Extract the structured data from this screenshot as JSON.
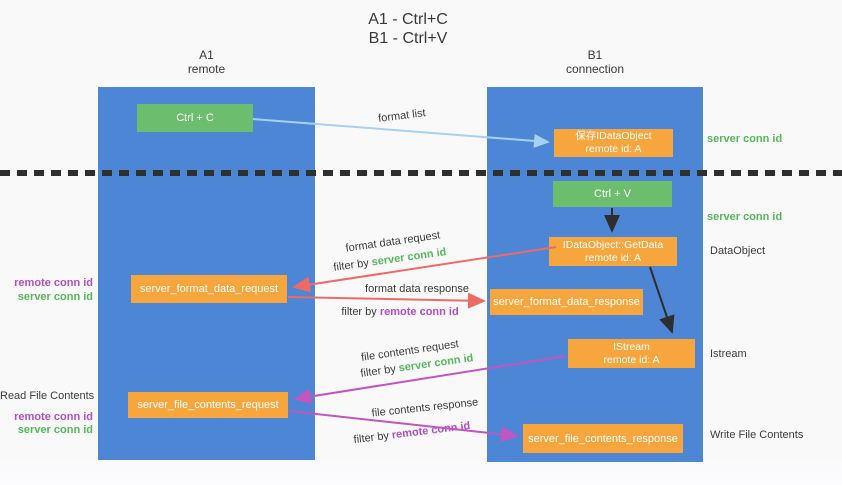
{
  "title": {
    "line1": "A1 - Ctrl+C",
    "line2": "B1 - Ctrl+V"
  },
  "lanes": [
    {
      "name": "A1",
      "subtitle": "remote"
    },
    {
      "name": "B1",
      "subtitle": "connection"
    }
  ],
  "nodes": {
    "ctrl_c": {
      "label": "Ctrl + C"
    },
    "ctrl_v": {
      "label": "Ctrl + V"
    },
    "save_idataobject": {
      "line1": "保存IDataObject",
      "line2": "remote id: A"
    },
    "getdata": {
      "line1": "IDataObject::GetData",
      "line2": "remote id: A"
    },
    "istream": {
      "line1": "IStream",
      "line2": "remote id: A"
    },
    "server_format_data_request": {
      "label": "server_format_data_request"
    },
    "server_format_data_response": {
      "label": "server_format_data_response"
    },
    "server_file_contents_request": {
      "label": "server_file_contents_request"
    },
    "server_file_contents_response": {
      "label": "server_file_contents_response"
    }
  },
  "flow_labels": {
    "format_list": "format list",
    "format_data_request": "format data request",
    "format_data_response": "format data response",
    "file_contents_request": "file contents request",
    "file_contents_response": "file contents response",
    "filter_by": "filter by",
    "server_conn_id": "server conn id",
    "remote_conn_id": "remote conn id"
  },
  "left_annotations": [
    {
      "text": "remote conn id",
      "kind": "remote"
    },
    {
      "text": "server conn id",
      "kind": "server"
    },
    {
      "text": "Read File Contents",
      "kind": "plain"
    },
    {
      "text": "remote conn id",
      "kind": "remote"
    },
    {
      "text": "server conn id",
      "kind": "server"
    }
  ],
  "right_annotations": [
    {
      "text": "server conn id",
      "kind": "server"
    },
    {
      "text": "server conn id",
      "kind": "server"
    },
    {
      "text": "DataObject",
      "kind": "plain"
    },
    {
      "text": "Istream",
      "kind": "plain"
    },
    {
      "text": "Write File Contents",
      "kind": "plain"
    }
  ],
  "colors": {
    "lane_blue": "#4d86d5",
    "node_orange": "#f7a63d",
    "node_green": "#6cbd6e",
    "green_text": "#56b85a",
    "purple_text": "#b04fc6",
    "red_arrow": "#ee6a64",
    "magenta_arrow": "#c056c0",
    "light_blue_arrow": "#a6d1f2",
    "black_arrow": "#2e2e2e",
    "background": "#f9f9fa"
  }
}
